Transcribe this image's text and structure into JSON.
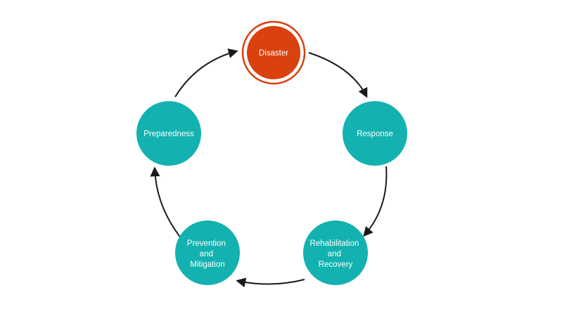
{
  "diagram": {
    "colors": {
      "background": "#ffffff",
      "disaster_fill": "#d9410f",
      "disaster_ring": "#d9410f",
      "stage_fill": "#13b2b0",
      "arrow": "#1a1a1a",
      "label_text": "#ffffff"
    },
    "nodes": [
      {
        "id": "disaster",
        "lines": [
          "Disaster"
        ]
      },
      {
        "id": "response",
        "lines": [
          "Response"
        ]
      },
      {
        "id": "rehabilitation",
        "lines": [
          "Rehabilitation",
          "and",
          "Recovery"
        ]
      },
      {
        "id": "prevention",
        "lines": [
          "Prevention",
          "and",
          "Mitigation"
        ]
      },
      {
        "id": "preparedness",
        "lines": [
          "Preparedness"
        ]
      }
    ],
    "flow": [
      [
        "disaster",
        "response"
      ],
      [
        "response",
        "rehabilitation"
      ],
      [
        "rehabilitation",
        "prevention"
      ],
      [
        "prevention",
        "preparedness"
      ],
      [
        "preparedness",
        "disaster"
      ]
    ]
  }
}
